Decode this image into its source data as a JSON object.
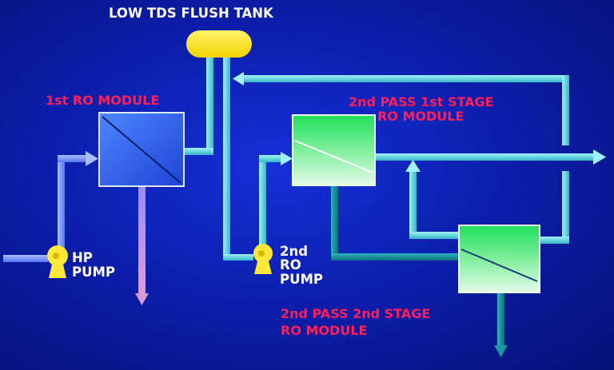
{
  "labels": {
    "flush_tank": "LOW TDS FLUSH TANK",
    "ro_module_1": "1st RO MODULE",
    "pass2_stage1": [
      "2nd PASS 1st STAGE",
      "RO MODULE"
    ],
    "hp_pump": [
      "HP",
      "PUMP"
    ],
    "ro_pump_2": [
      "2nd",
      "RO",
      "PUMP"
    ],
    "pass2_stage2": [
      "2nd PASS 2nd STAGE",
      "RO MODULE"
    ]
  },
  "colors": {
    "background": "#0c1fae",
    "pipe_cyan": "#5ed8e8",
    "pipe_blue": "#6f8dff",
    "pipe_teal": "#168a96",
    "pipe_pink": "#c48fd6",
    "tank_yellow": "#ffe800",
    "pump_yellow": "#ffe83a",
    "module_blue": "#2f60e8",
    "module_green": "#38e86a",
    "label_white": "#ffffff",
    "label_red": "#ff1f5a"
  },
  "icons": {
    "tank": "tank-icon",
    "pump": "pump-icon",
    "module": "membrane-module-icon"
  }
}
